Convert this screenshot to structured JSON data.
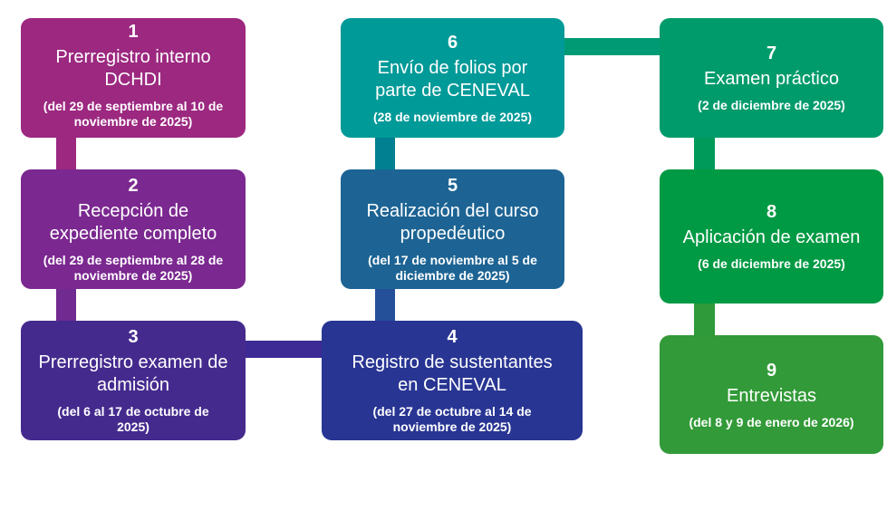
{
  "steps": [
    {
      "number": "1",
      "title": "Prerregistro interno DCHDI",
      "date": "(del 29 de septiembre al 10 de noviembre de 2025)",
      "color": "#9c2880"
    },
    {
      "number": "2",
      "title": "Recepción de expediente completo",
      "date": "(del 29 de septiembre al 28 de noviembre de 2025)",
      "color": "#7b2890"
    },
    {
      "number": "3",
      "title": "Prerregistro examen de admisión",
      "date": "(del 6 al 17 de octubre de 2025)",
      "color": "#452a8e"
    },
    {
      "number": "4",
      "title": "Registro de sustentantes en CENEVAL",
      "date": "(del 27 de octubre al 14 de noviembre de 2025)",
      "color": "#283593"
    },
    {
      "number": "5",
      "title": "Realización del curso propedéutico",
      "date": "(del 17 de noviembre al 5 de diciembre de 2025)",
      "color": "#1d6494"
    },
    {
      "number": "6",
      "title": "Envío de folios por parte de CENEVAL",
      "date": "(28 de noviembre de 2025)",
      "color": "#009a98"
    },
    {
      "number": "7",
      "title": "Examen práctico",
      "date": "(2 de diciembre de 2025)",
      "color": "#009b6b"
    },
    {
      "number": "8",
      "title": "Aplicación de examen",
      "date": "(6 de diciembre de 2025)",
      "color": "#009a44"
    },
    {
      "number": "9",
      "title": "Entrevistas",
      "date": "(del 8 y 9 de enero de 2026)",
      "color": "#329a38"
    }
  ]
}
